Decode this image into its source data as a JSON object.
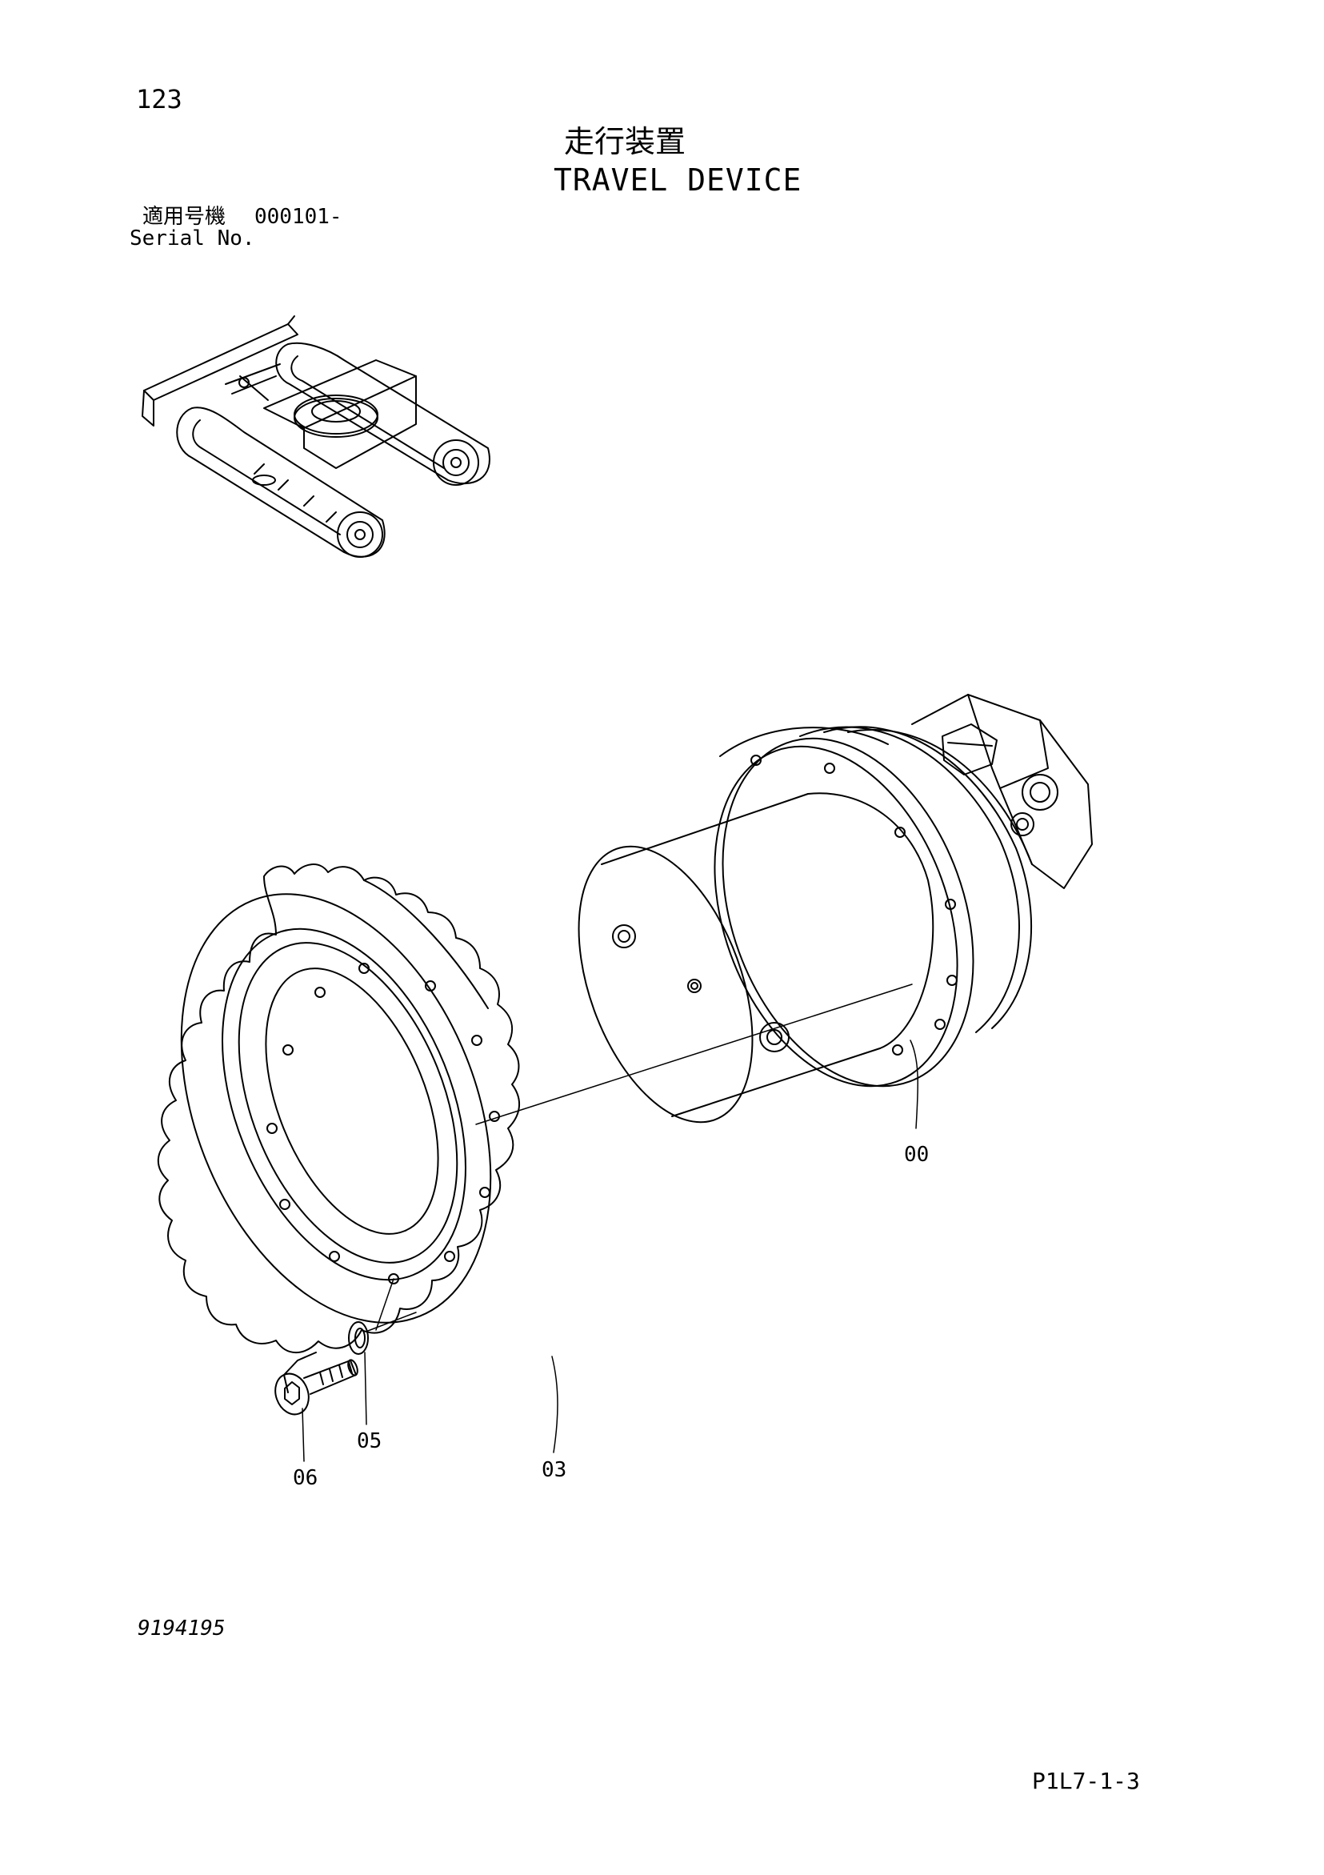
{
  "page": {
    "number": "123",
    "title_jp": "走行装置",
    "title_en": "TRAVEL DEVICE",
    "serial_label_jp": "適用号機",
    "serial_value": "000101-",
    "serial_label_en": "Serial No.",
    "doc_number": "9194195",
    "figure_code": "P1L7-1-3"
  },
  "callouts": [
    {
      "id": "00"
    },
    {
      "id": "03"
    },
    {
      "id": "05"
    },
    {
      "id": "06"
    }
  ],
  "colors": {
    "ink": "#000000",
    "paper": "#ffffff"
  }
}
